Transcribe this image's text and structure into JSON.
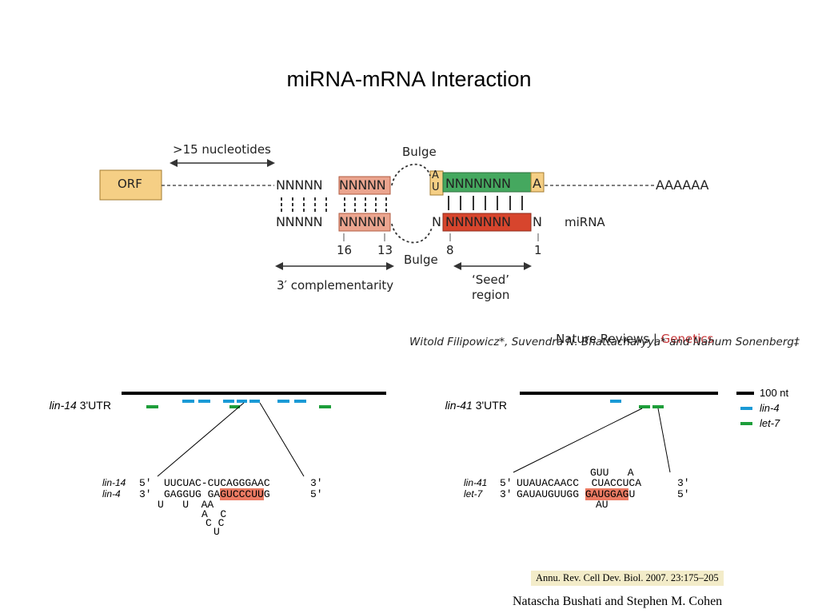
{
  "title": "miRNA-mRNA Interaction",
  "top_diagram": {
    "orf_label": "ORF",
    "nucleotides_label": ">15 nucleotides",
    "bulge_top": "Bulge",
    "bulge_bottom": "Bulge",
    "mrna_left_plain": "NNNNN",
    "mrna_left_box": "NNNNN",
    "au_top": "A",
    "au_bottom": "U",
    "mrna_seed_box": "NNNNNNN",
    "mrna_a": "A",
    "poly_a": "AAAAAA",
    "mirna_left_plain": "NNNNN",
    "mirna_left_box": "NNNNN",
    "mirna_n": "N",
    "mirna_seed_box": "NNNNNNN",
    "mirna_end_n": "N",
    "mirna_label": "miRNA",
    "pos_16": "16",
    "pos_13": "13",
    "pos_8": "8",
    "pos_1": "1",
    "complementarity_label": "3′ complementarity",
    "seed_label_1": "‘Seed’",
    "seed_label_2": "region",
    "journal_a": "Nature Reviews",
    "journal_sep": " | ",
    "journal_b": "Genetics",
    "authors": "Witold Filipowicz*, Suvendra N. Bhattacharyya* and Nahum Sonenberg‡",
    "colors": {
      "orf": "#f5cf85",
      "salmon_box": "#eba58f",
      "seed_green": "#45a85f",
      "seed_red": "#d7452d",
      "genetics": "#c6373a"
    }
  },
  "lin14_panel": {
    "gene": "lin-14",
    "utr": "3'UTR",
    "row1_label": "lin-14",
    "row1_end": "5'",
    "row1_seq": "UUCUAC-CUCAGGGAAC",
    "row1_tail": "3'",
    "row2_label": "lin-4",
    "row2_end": "3'",
    "row2_seq_a": "GAGGUG GA",
    "row2_seq_hl": "GUCCCUU",
    "row2_seq_b": "G",
    "row2_tail": "5'",
    "bulge_row1": "U   U  AA",
    "bulge_row2": "A  C",
    "bulge_row3": "C C",
    "bulge_row4": "U"
  },
  "lin41_panel": {
    "gene": "lin-41",
    "utr": "3'UTR",
    "top_row": "GUU   A",
    "row1_label": "lin-41",
    "row1_end": "5'",
    "row1_seq": "UUAUACAACC  CUACCUCA",
    "row1_tail": "3'",
    "row2_label": "let-7",
    "row2_end": "3'",
    "row2_seq_a": "GAUAUGUUGG ",
    "row2_seq_hl": "GAUGGAG",
    "row2_seq_b": "U",
    "row2_tail": "5'",
    "bottom_row": "AU"
  },
  "legend": {
    "items": [
      {
        "label": "100 nt",
        "color": "#000000"
      },
      {
        "label": "lin-4",
        "color": "#1a9ad6"
      },
      {
        "label": "let-7",
        "color": "#1d9e3a"
      }
    ]
  },
  "citation": "Annu. Rev. Cell Dev. Biol. 2007. 23:175–205",
  "citation_authors": "Natascha Bushati and Stephen M. Cohen"
}
